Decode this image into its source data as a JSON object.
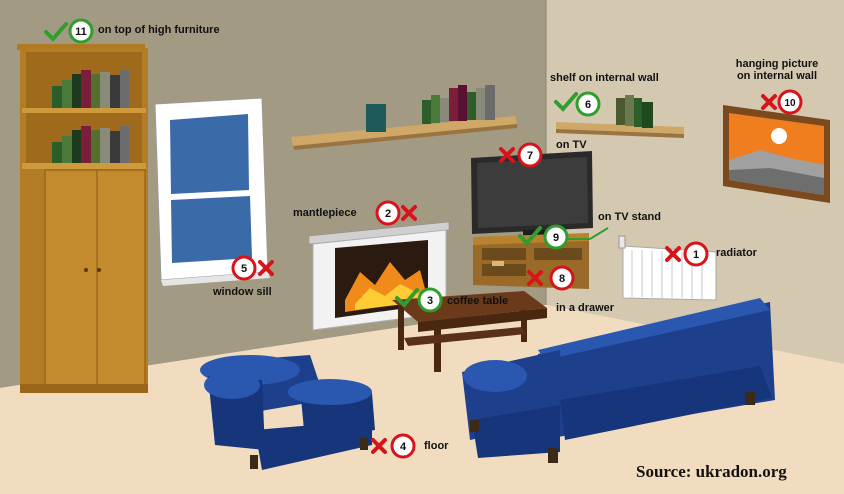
{
  "colors": {
    "wall_left": "#a39a84",
    "wall_right": "#d4c9b0",
    "floor": "#f1dcbf",
    "wood": "#c9912f",
    "dark_wood": "#6b3f22",
    "sofa_blue": "#1d3f8c",
    "good_green": "#2f9e2f",
    "bad_red": "#d7141a"
  },
  "markers": [
    {
      "id": "1",
      "label": "radiator",
      "status": "bad"
    },
    {
      "id": "2",
      "label": "mantlepiece",
      "status": "bad"
    },
    {
      "id": "3",
      "label": "coffee table",
      "status": "good"
    },
    {
      "id": "4",
      "label": "floor",
      "status": "bad"
    },
    {
      "id": "5",
      "label": "window sill",
      "status": "bad"
    },
    {
      "id": "6",
      "label": "shelf on internal wall",
      "status": "good"
    },
    {
      "id": "7",
      "label": "on TV",
      "status": "bad"
    },
    {
      "id": "8",
      "label": "in a drawer",
      "status": "bad"
    },
    {
      "id": "9",
      "label": "on TV stand",
      "status": "good"
    },
    {
      "id": "10",
      "label_line1": "hanging picture",
      "label_line2": "on internal wall",
      "status": "bad"
    },
    {
      "id": "11",
      "label": "on top of high furniture",
      "status": "good"
    }
  ],
  "source": "Source: ukradon.org"
}
